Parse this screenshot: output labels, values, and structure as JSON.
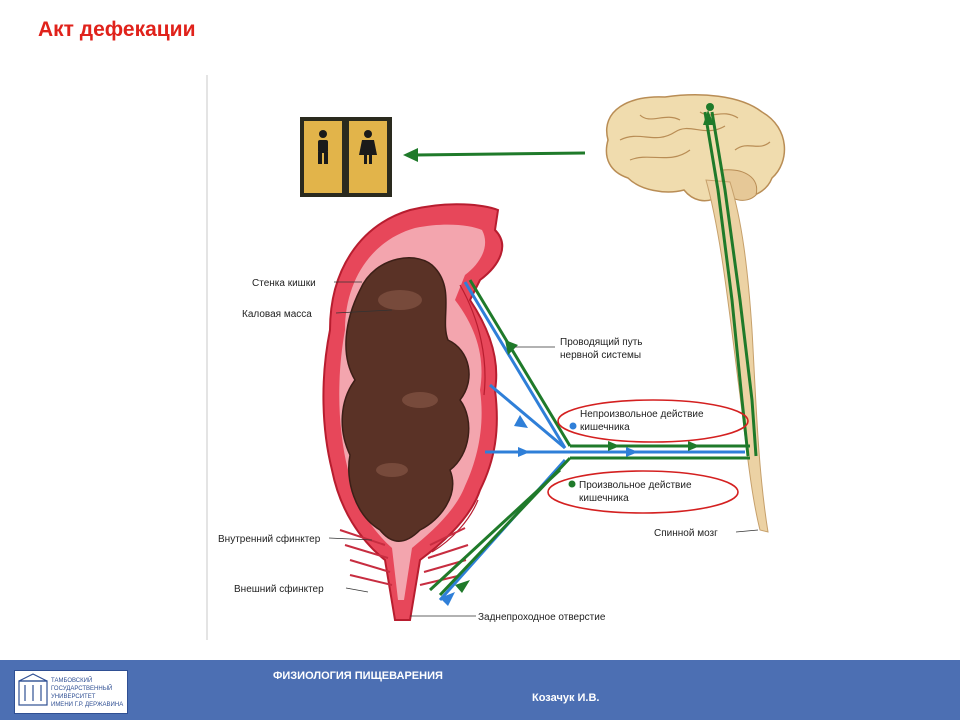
{
  "slide": {
    "title": "Акт дефекации"
  },
  "diagram": {
    "labels": {
      "intestine_wall": "Стенка кишки",
      "fecal_mass": "Каловая масса",
      "nerve_pathway_line1": "Проводящий путь",
      "nerve_pathway_line2": "нервной системы",
      "involuntary_line1": "Непроизвольное действие",
      "involuntary_line2": "кишечника",
      "voluntary_line1": "Произвольное действие",
      "voluntary_line2": "кишечника",
      "spinal_cord": "Спинной мозг",
      "internal_sphincter": "Внутренний сфинктер",
      "external_sphincter": "Внешний сфинктер",
      "anus": "Заднепроходное отверстие"
    },
    "colors": {
      "afferent": "#2f7fd8",
      "efferent": "#1f7a2a",
      "highlight": "#d42020",
      "wall": "#e23a4a",
      "feces": "#5a3226"
    }
  },
  "footer": {
    "logo_text_line1": "ТАМБОВСКИЙ",
    "logo_text_line2": "ГОСУДАРСТВЕННЫЙ",
    "logo_text_line3": "УНИВЕРСИТЕТ",
    "logo_text_line4": "ИМЕНИ Г.Р. ДЕРЖАВИНА",
    "subject": "ФИЗИОЛОГИЯ ПИЩЕВАРЕНИЯ",
    "author": "Козачук И.В."
  }
}
